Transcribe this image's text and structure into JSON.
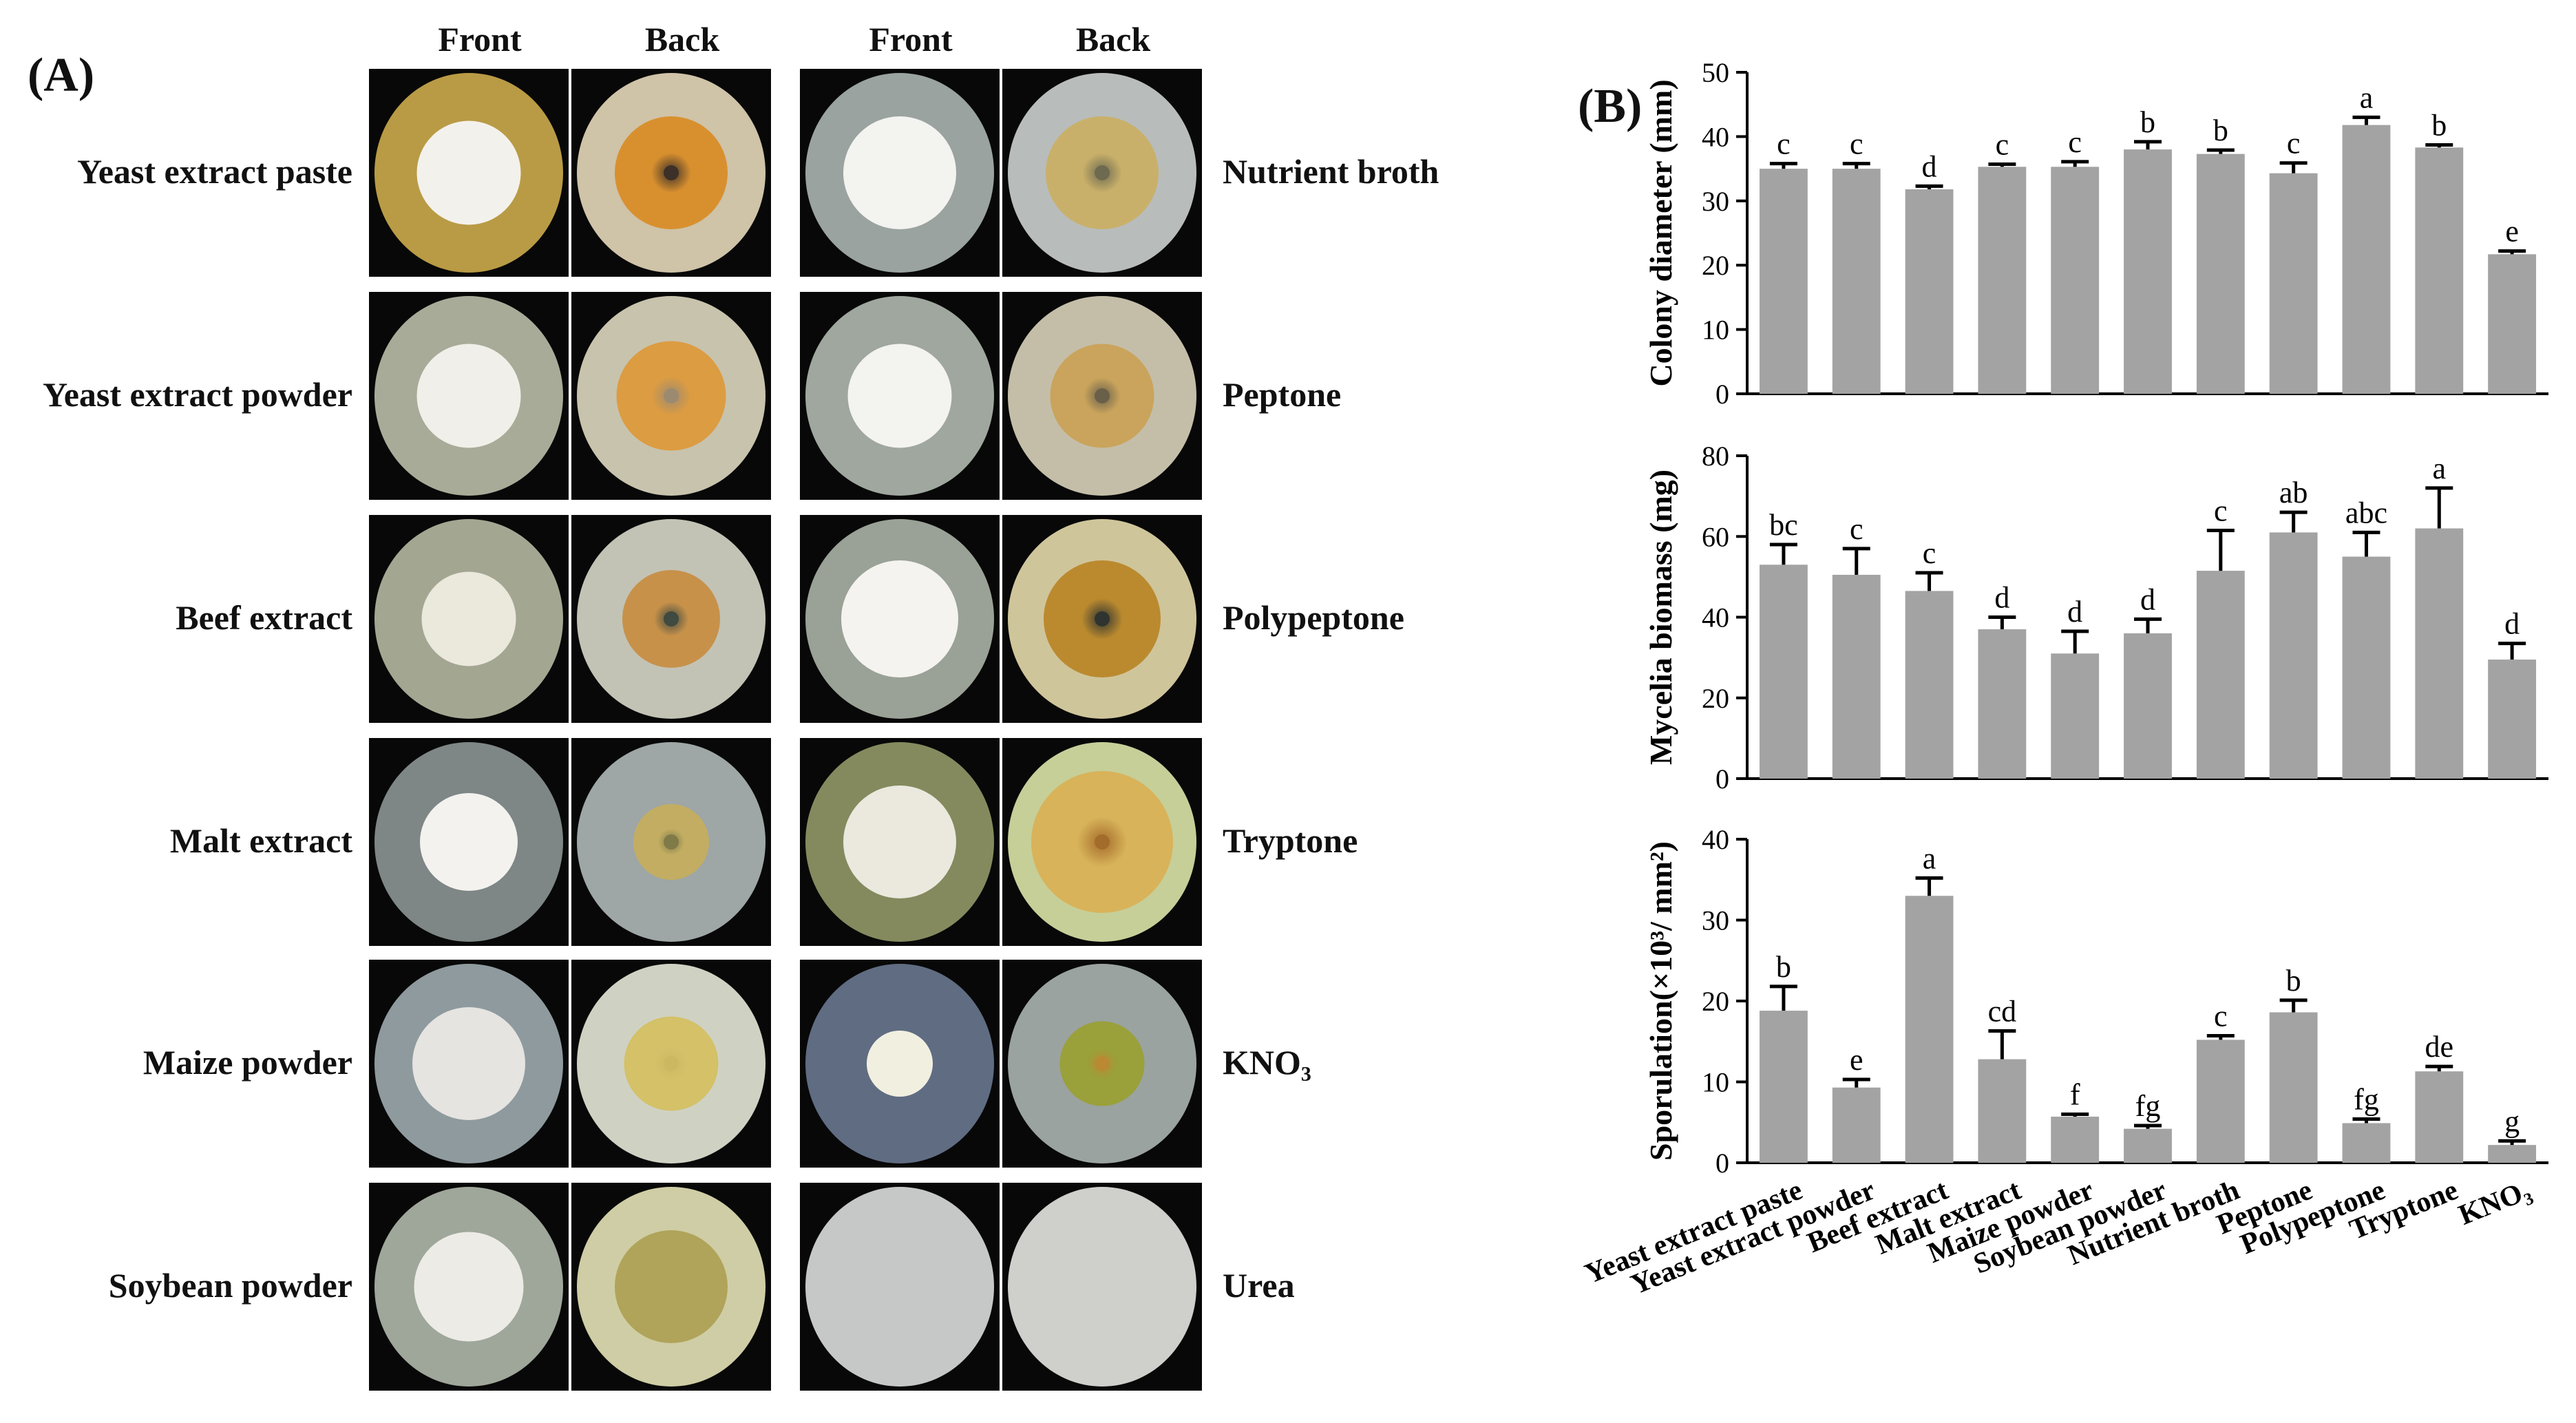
{
  "panel_a": {
    "letter": "(A)",
    "headers": [
      "Front",
      "Back",
      "Front",
      "Back"
    ],
    "left_labels": [
      "Yeast extract paste",
      "Yeast extract powder",
      "Beef extract",
      "Malt extract",
      "Maize powder",
      "Soybean powder"
    ],
    "right_labels": [
      "Nutrient broth",
      "Peptone",
      "Polypeptone",
      "Tryptone",
      "KNO₃",
      "Urea"
    ],
    "plates": [
      [
        {
          "bg": "#b99b45",
          "ring": "#d8c88a",
          "colony": "#f3f1ec",
          "size": 0.55
        },
        {
          "bg": "#cfc3a8",
          "ring": "#e4dccb",
          "colony": "#d8902f",
          "size": 0.6,
          "center": "#3c3028"
        },
        {
          "bg": "#9aa3a0",
          "ring": "#c8cecc",
          "colony": "#f3f3f0",
          "size": 0.6
        },
        {
          "bg": "#b8bcbb",
          "ring": "#d8dbda",
          "colony": "#c9b06a",
          "size": 0.6,
          "center": "#6d6a50"
        }
      ],
      [
        {
          "bg": "#a8ab98",
          "ring": "#ced0c2",
          "colony": "#f1efe9",
          "size": 0.55
        },
        {
          "bg": "#c8c3ad",
          "ring": "#dfdacb",
          "colony": "#dc9c42",
          "size": 0.58,
          "center": "#9c8a70"
        },
        {
          "bg": "#9fa79f",
          "ring": "#c8cdc6",
          "colony": "#f3f3f0",
          "size": 0.55
        },
        {
          "bg": "#c4bea9",
          "ring": "#ddd8c7",
          "colony": "#caa45c",
          "size": 0.55,
          "center": "#6a604a"
        }
      ],
      [
        {
          "bg": "#a3a792",
          "ring": "#cacdbd",
          "colony": "#ebe8dc",
          "size": 0.5
        },
        {
          "bg": "#c2c3b5",
          "ring": "#dcdcd1",
          "colony": "#c7914a",
          "size": 0.52,
          "center": "#3f4a40"
        },
        {
          "bg": "#9aa196",
          "ring": "#c4c9bf",
          "colony": "#f4f3ef",
          "size": 0.62
        },
        {
          "bg": "#cfc59a",
          "ring": "#e0d9b6",
          "colony": "#bb8a2f",
          "size": 0.62,
          "center": "#2f3430"
        }
      ],
      [
        {
          "bg": "#7e8686",
          "ring": "#b3b9b8",
          "colony": "#f3f2ee",
          "size": 0.52
        },
        {
          "bg": "#9ea6a6",
          "ring": "#c4caca",
          "colony": "#c2ad62",
          "size": 0.4,
          "center": "#7f7a48"
        },
        {
          "bg": "#848a5e",
          "ring": "#b3b88f",
          "colony": "#ebe9de",
          "size": 0.6
        },
        {
          "bg": "#c6cf98",
          "ring": "#dce2bb",
          "colony": "#d8b35a",
          "size": 0.75,
          "center": "#a46c2a"
        }
      ],
      [
        {
          "bg": "#8e9a9e",
          "ring": "#bcc5c8",
          "colony": "#e6e4e0",
          "size": 0.6
        },
        {
          "bg": "#cfd2c3",
          "ring": "#e4e6dc",
          "colony": "#d4c168",
          "size": 0.5,
          "center": "#cbb860"
        },
        {
          "bg": "#5f6c82",
          "ring": "#9aa4b6",
          "colony": "#f1efe0",
          "size": 0.35
        },
        {
          "bg": "#9aa39f",
          "ring": "#c3c9c6",
          "colony": "#9aa03a",
          "size": 0.45,
          "center": "#b98a32"
        }
      ],
      [
        {
          "bg": "#9fa69a",
          "ring": "#c7ccc1",
          "colony": "#ecebe6",
          "size": 0.58
        },
        {
          "bg": "#cfcda5",
          "ring": "#e2e0c6",
          "colony": "#b0a45a",
          "size": 0.6,
          "center": "#b0a45a"
        },
        {
          "bg": "#c6c8c8",
          "ring": "#dcdede",
          "colony": "#c6c8c8",
          "size": 0.0
        },
        {
          "bg": "#cfcfcb",
          "ring": "#e2e2df",
          "colony": "#cfcfcb",
          "size": 0.0
        }
      ]
    ]
  },
  "panel_b": {
    "letter": "(B)",
    "bar_color": "#a3a3a3"
  },
  "chart_data": [
    {
      "type": "bar",
      "title": "",
      "xlabel": "",
      "ylabel": "Colony diameter (mm)",
      "ylim": [
        0,
        50
      ],
      "yticks": [
        0,
        10,
        20,
        30,
        40,
        50
      ],
      "categories": [
        "Yeast extract paste",
        "Yeast extract powder",
        "Beef extract",
        "Malt extract",
        "Maize powder",
        "Soybean powder",
        "Nutrient broth",
        "Peptone",
        "Polypeptone",
        "Tryptone",
        "KNO₃"
      ],
      "values": [
        35,
        35,
        31.8,
        35.3,
        35.3,
        38,
        37.3,
        34.3,
        41.8,
        38.3,
        21.7
      ],
      "errors": [
        0.8,
        0.8,
        0.5,
        0.4,
        0.8,
        1.2,
        0.6,
        1.6,
        1.2,
        0.4,
        0.5
      ],
      "letters": [
        "c",
        "c",
        "d",
        "c",
        "c",
        "b",
        "b",
        "c",
        "a",
        "b",
        "e"
      ]
    },
    {
      "type": "bar",
      "title": "",
      "xlabel": "",
      "ylabel": "Mycelia biomass (mg)",
      "ylim": [
        0,
        80
      ],
      "yticks": [
        0,
        20,
        40,
        60,
        80
      ],
      "categories": [
        "Yeast extract paste",
        "Yeast extract powder",
        "Beef extract",
        "Malt extract",
        "Maize powder",
        "Soybean powder",
        "Nutrient broth",
        "Peptone",
        "Polypeptone",
        "Tryptone",
        "KNO₃"
      ],
      "values": [
        53,
        50.5,
        46.5,
        37,
        31,
        36,
        51.5,
        61,
        55,
        62,
        29.5
      ],
      "errors": [
        5,
        6.5,
        4.5,
        3,
        5.5,
        3.5,
        10,
        5,
        6,
        10,
        4
      ],
      "letters": [
        "bc",
        "c",
        "c",
        "d",
        "d",
        "d",
        "c",
        "ab",
        "abc",
        "a",
        "d"
      ]
    },
    {
      "type": "bar",
      "title": "",
      "xlabel": "",
      "ylabel": "Sporulation(×10³/ mm²)",
      "ylim": [
        0,
        40
      ],
      "yticks": [
        0,
        10,
        20,
        30,
        40
      ],
      "categories": [
        "Yeast extract paste",
        "Yeast extract powder",
        "Beef extract",
        "Malt extract",
        "Maize powder",
        "Soybean powder",
        "Nutrient broth",
        "Peptone",
        "Polypeptone",
        "Tryptone",
        "KNO₃"
      ],
      "values": [
        18.8,
        9.3,
        33,
        12.8,
        5.7,
        4.2,
        15.2,
        18.6,
        4.9,
        11.3,
        2.2
      ],
      "errors": [
        3,
        1,
        2.2,
        3.5,
        0.3,
        0.4,
        0.5,
        1.5,
        0.5,
        0.6,
        0.5
      ],
      "letters": [
        "b",
        "e",
        "a",
        "cd",
        "f",
        "fg",
        "c",
        "b",
        "fg",
        "de",
        "g"
      ]
    }
  ]
}
